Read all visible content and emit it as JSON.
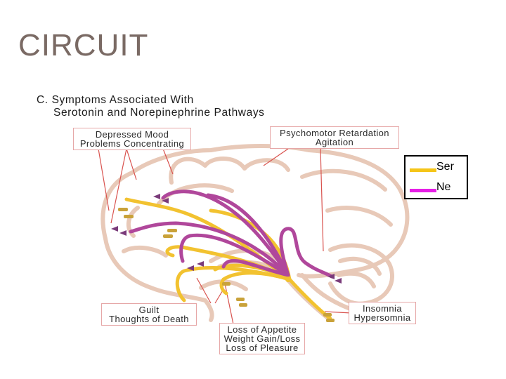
{
  "slide": {
    "title": "CIRCUIT"
  },
  "figure": {
    "title_line1": "C. Symptoms Associated With",
    "title_line2": "Serotonin and Norepinephrine Pathways"
  },
  "symptoms": {
    "mood": [
      "Depressed Mood",
      "Problems Concentrating"
    ],
    "psychomotor": [
      "Psychomotor Retardation",
      "Agitation"
    ],
    "guilt": [
      "Guilt",
      "Thoughts of Death"
    ],
    "appetite": [
      "Loss of Appetite",
      "Weight Gain/Loss",
      "Loss of Pleasure"
    ],
    "sleep": [
      "Insomnia",
      "Hypersomnia"
    ]
  },
  "legend": [
    {
      "label": "Ser",
      "color": "#f5c518"
    },
    {
      "label": "Ne",
      "color": "#e61ee6"
    }
  ],
  "colors": {
    "serotonin_path": "#f2c230",
    "norepinephrine_path": "#b0479b",
    "brain_outline": "#e8c9b8",
    "brain_fill": "#ffffff",
    "callout_line": "#d9534f",
    "title": "#7a6a64"
  }
}
